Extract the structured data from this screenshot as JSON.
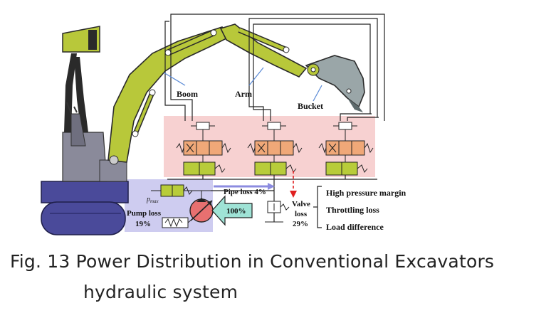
{
  "labels": {
    "boom": "Boom",
    "arm": "Arm",
    "bucket": "Bucket",
    "pipe_loss": "Pipe loss 4%",
    "valve_loss_line1": "Valve",
    "valve_loss_line2": "loss",
    "valve_loss_line3": "29%",
    "pump_loss_line1": "Pump loss",
    "pump_loss_line2": "19%",
    "input_power": "100%",
    "pmax": "p",
    "pmax_sub": "max"
  },
  "valve_loss_breakdown": [
    "High pressure margin",
    "Throttling loss",
    "Load difference"
  ],
  "caption": {
    "line1": "Fig. 13 Power Distribution in Conventional Excavators",
    "line2": "hydraulic system"
  },
  "colors": {
    "machine_yellow": "#b8c83a",
    "machine_outline": "#2a2a2a",
    "track_blue": "#4a4a9a",
    "cabin_gray": "#8a8a9a",
    "valve_zone": "#f6c9c9",
    "pump_zone": "#c9c6ee",
    "valve_orange": "#f0a878",
    "valve_green": "#b8cc3a",
    "arrow_teal": "#9fe3d6",
    "red_arrow": "#e02020",
    "pipe_arrow": "#8c8ce0"
  }
}
